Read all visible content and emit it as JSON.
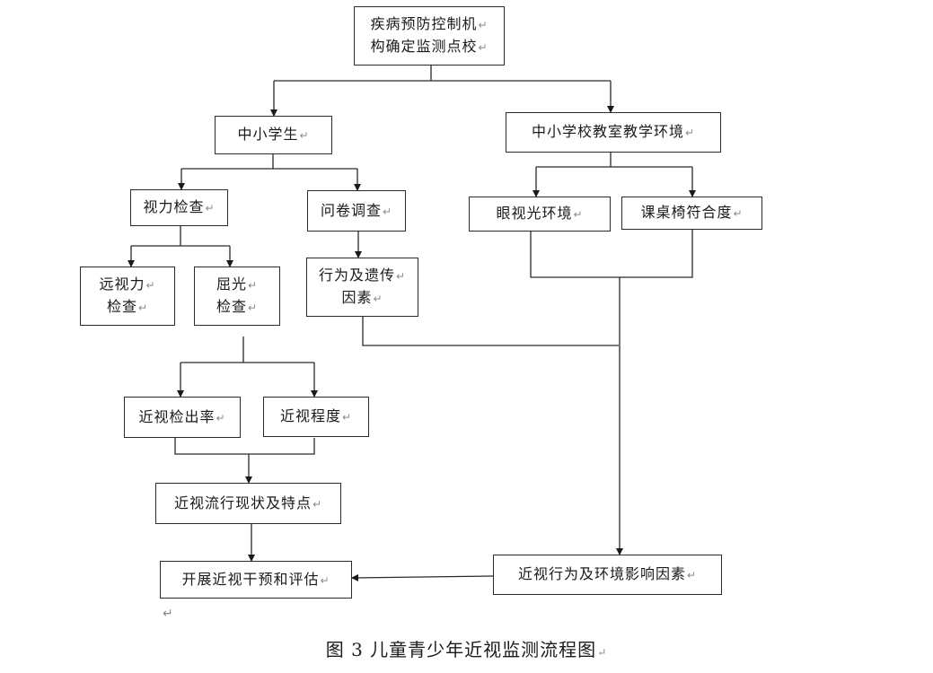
{
  "return_mark": "↵",
  "nodes": {
    "cdc": {
      "lines": [
        "疾病预防控制机",
        "构确定监测点校"
      ]
    },
    "students": {
      "lines": [
        "中小学生"
      ]
    },
    "env": {
      "lines": [
        "中小学校教室教学环境"
      ]
    },
    "vision": {
      "lines": [
        "视力检查"
      ]
    },
    "survey": {
      "lines": [
        "问卷调查"
      ]
    },
    "eye_light": {
      "lines": [
        "眼视光环境"
      ]
    },
    "desk_fit": {
      "lines": [
        "课桌椅符合度"
      ]
    },
    "distance": {
      "lines": [
        "远视力",
        "检查"
      ]
    },
    "refraction": {
      "lines": [
        "屈光",
        "检查"
      ]
    },
    "behavior": {
      "lines": [
        "行为及遗传",
        "因素"
      ]
    },
    "detection_rate": {
      "lines": [
        "近视检出率"
      ]
    },
    "severity": {
      "lines": [
        "近视程度"
      ]
    },
    "prevalence": {
      "lines": [
        "近视流行现状及特点"
      ]
    },
    "factors": {
      "lines": [
        "近视行为及环境影响因素"
      ]
    },
    "intervention": {
      "lines": [
        "开展近视干预和评估"
      ]
    }
  },
  "caption": "图 3  儿童青少年近视监测流程图"
}
